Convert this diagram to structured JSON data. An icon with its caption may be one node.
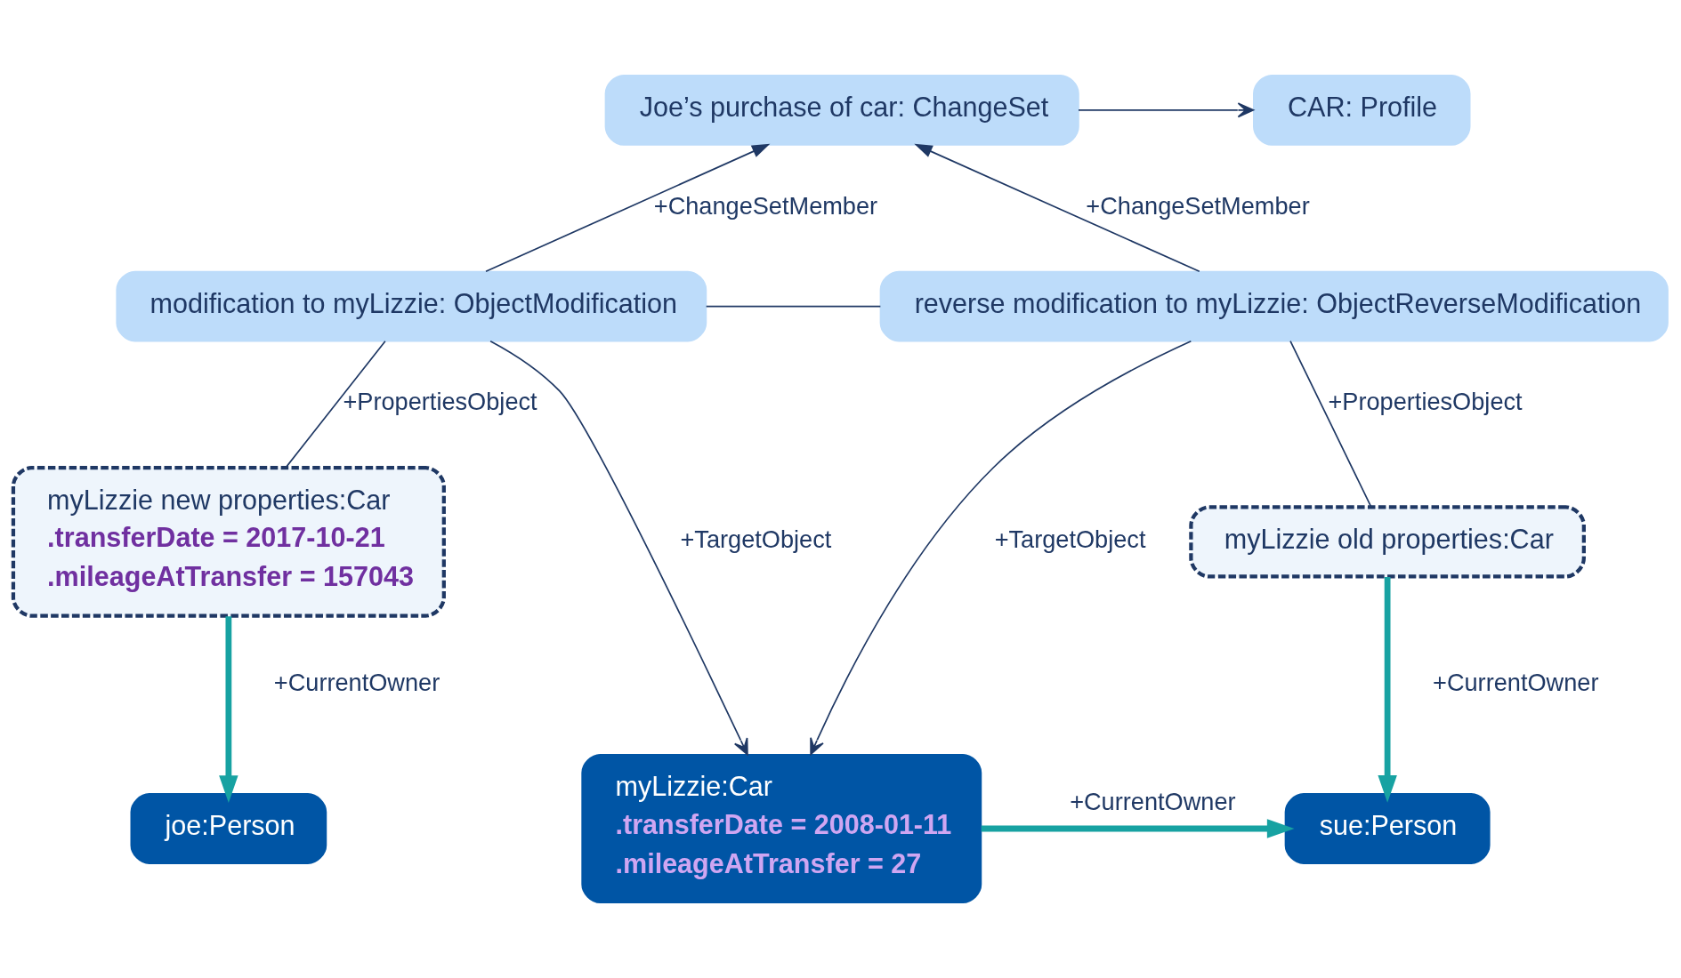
{
  "diagram": {
    "nodes": [
      {
        "text": [
          "Joe’s purchase of car: ChangeSet"
        ]
      },
      {
        "text": [
          "CAR: Profile"
        ]
      },
      {
        "text": [
          "modification to myLizzie: ObjectModification"
        ]
      },
      {
        "text": [
          "reverse modification to myLizzie: ObjectReverseModification"
        ]
      },
      {
        "text": [
          "myLizzie new properties:Car",
          ".transferDate = 2017-10-21",
          ".mileageAtTransfer = 157043"
        ]
      },
      {
        "text": [
          "myLizzie old properties:Car"
        ]
      },
      {
        "text": [
          "joe:Person"
        ]
      },
      {
        "text": [
          "myLizzie:Car",
          ".transferDate = 2008-01-11",
          ".mileageAtTransfer = 27"
        ]
      },
      {
        "text": [
          "sue:Person"
        ]
      }
    ],
    "edges": [
      {
        "from": 0,
        "to": 1,
        "arrow": "to"
      },
      {
        "from": 2,
        "to": 0,
        "arrow": "to",
        "label": "+ChangeSetMember"
      },
      {
        "from": 3,
        "to": 0,
        "arrow": "to",
        "label": "+ChangeSetMember"
      },
      {
        "from": 2,
        "to": 3,
        "arrow": "none"
      },
      {
        "from": 2,
        "to": 4,
        "arrow": "none",
        "label": "+PropertiesObject"
      },
      {
        "from": 3,
        "to": 5,
        "arrow": "none",
        "label": "+PropertiesObject"
      },
      {
        "from": 2,
        "to": 7,
        "arrow": "to",
        "label": "+TargetObject"
      },
      {
        "from": 3,
        "to": 7,
        "arrow": "to",
        "label": "+TargetObject"
      },
      {
        "from": 4,
        "to": 6,
        "arrow": "to",
        "label": "+CurrentOwner",
        "style": "thick",
        "color": "#17a2a2"
      },
      {
        "from": 5,
        "to": 8,
        "arrow": "to",
        "label": "+CurrentOwner",
        "style": "thick",
        "color": "#17a2a2"
      },
      {
        "from": 7,
        "to": 8,
        "arrow": "to",
        "label": "+CurrentOwner",
        "style": "thick",
        "color": "#17a2a2"
      }
    ]
  }
}
